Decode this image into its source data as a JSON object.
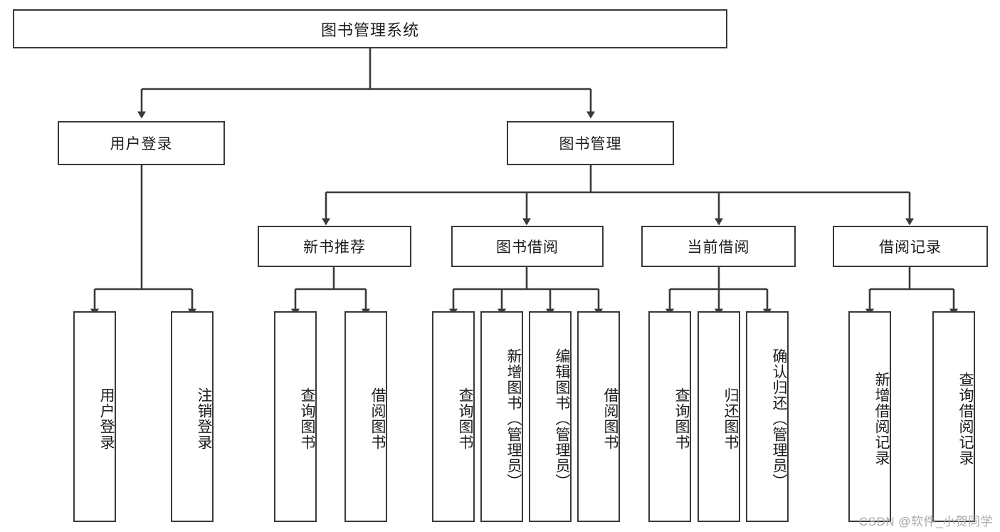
{
  "diagram": {
    "title": "图书管理系统",
    "type": "hierarchy-tree",
    "root": {
      "id": "root",
      "label": "图书管理系统"
    },
    "level2": [
      {
        "id": "user-login",
        "label": "用户登录"
      },
      {
        "id": "book-management",
        "label": "图书管理"
      }
    ],
    "level3": [
      {
        "id": "new-book-recommend",
        "label": "新书推荐",
        "parent": "book-management"
      },
      {
        "id": "book-borrow",
        "label": "图书借阅",
        "parent": "book-management"
      },
      {
        "id": "current-borrow",
        "label": "当前借阅",
        "parent": "book-management"
      },
      {
        "id": "borrow-record",
        "label": "借阅记录",
        "parent": "book-management"
      }
    ],
    "leaves": {
      "user_login": [
        {
          "id": "leaf-user-login",
          "label": "用户登录"
        },
        {
          "id": "leaf-logout-login",
          "label": "注销登录"
        }
      ],
      "new_book_recommend": [
        {
          "id": "leaf-query-book-1",
          "label": "查询图书"
        },
        {
          "id": "leaf-borrow-book-1",
          "label": "借阅图书"
        }
      ],
      "book_borrow": [
        {
          "id": "leaf-query-book-2",
          "label": "查询图书"
        },
        {
          "id": "leaf-add-book",
          "label": "新增图书（管理员）"
        },
        {
          "id": "leaf-edit-book",
          "label": "编辑图书（管理员）"
        },
        {
          "id": "leaf-borrow-book-2",
          "label": "借阅图书"
        }
      ],
      "current_borrow": [
        {
          "id": "leaf-query-book-3",
          "label": "查询图书"
        },
        {
          "id": "leaf-return-book",
          "label": "归还图书"
        },
        {
          "id": "leaf-confirm-return",
          "label": "确认归还（管理员）"
        }
      ],
      "borrow_record": [
        {
          "id": "leaf-add-record",
          "label": "新增借阅记录"
        },
        {
          "id": "leaf-query-record",
          "label": "查询借阅记录"
        }
      ]
    },
    "colors": {
      "stroke": "#3a3a3a",
      "fill": "#ffffff",
      "text": "#1c1c1c",
      "watermark": "#a9a9a9"
    }
  },
  "watermark": {
    "text": "CSDN @软件_小贺同学"
  }
}
